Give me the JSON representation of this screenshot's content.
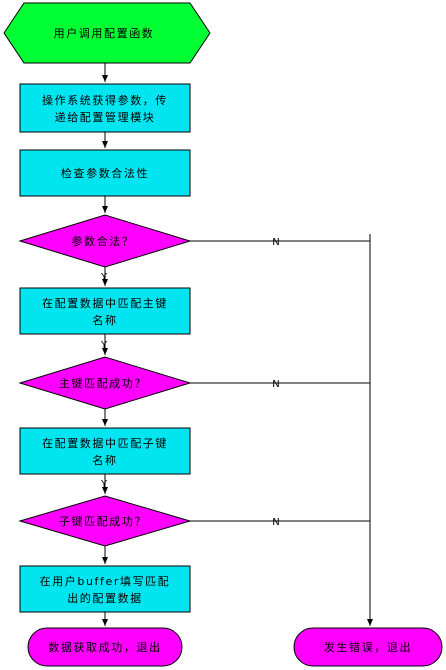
{
  "flowchart": {
    "start": "用户调用配置函数",
    "step1": [
      "操作系统获得参数，传",
      "递给配置管理模块"
    ],
    "step2": "检查参数合法性",
    "decision1": "参数合法？",
    "step3": [
      "在配置数据中匹配主键",
      "名称"
    ],
    "decision2": "主键匹配成功？",
    "step4": [
      "在配置数据中匹配子键",
      "名称"
    ],
    "decision3": "子键匹配成功？",
    "step5": [
      "在用户buffer填写匹配",
      "出的配置数据"
    ],
    "end_success": "数据获取成功，退出",
    "end_error": "发生错误，退出",
    "yes_label": "Y",
    "no_label": "N"
  },
  "colors": {
    "process": "#00e5f0",
    "decision": "#ff00ff",
    "start": "#00ff33"
  }
}
